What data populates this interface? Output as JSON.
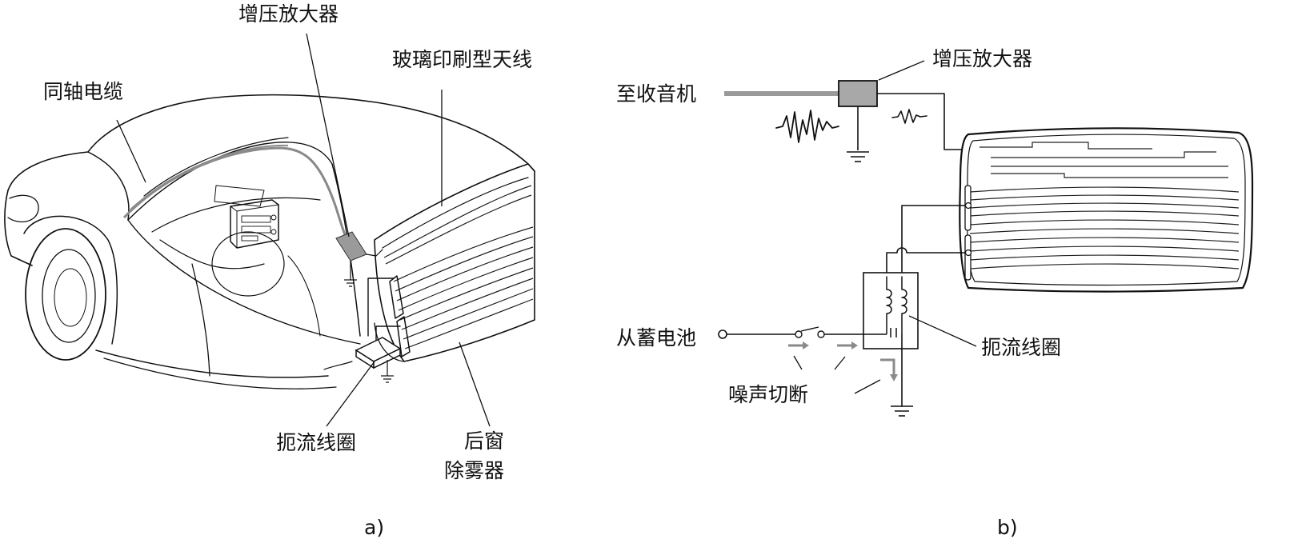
{
  "panel_a": {
    "caption": "a)",
    "labels": {
      "coax_cable": "同轴电缆",
      "booster_amp": "增压放大器",
      "glass_antenna": "玻璃印刷型天线",
      "choke_coil": "扼流线圈",
      "rear_window_1": "后窗",
      "rear_window_2": "除雾器"
    }
  },
  "panel_b": {
    "caption": "b)",
    "labels": {
      "to_radio": "至收音机",
      "booster_amp": "增压放大器",
      "from_battery": "从蓄电池",
      "noise_cut": "噪声切断",
      "choke_coil": "扼流线圈"
    }
  }
}
